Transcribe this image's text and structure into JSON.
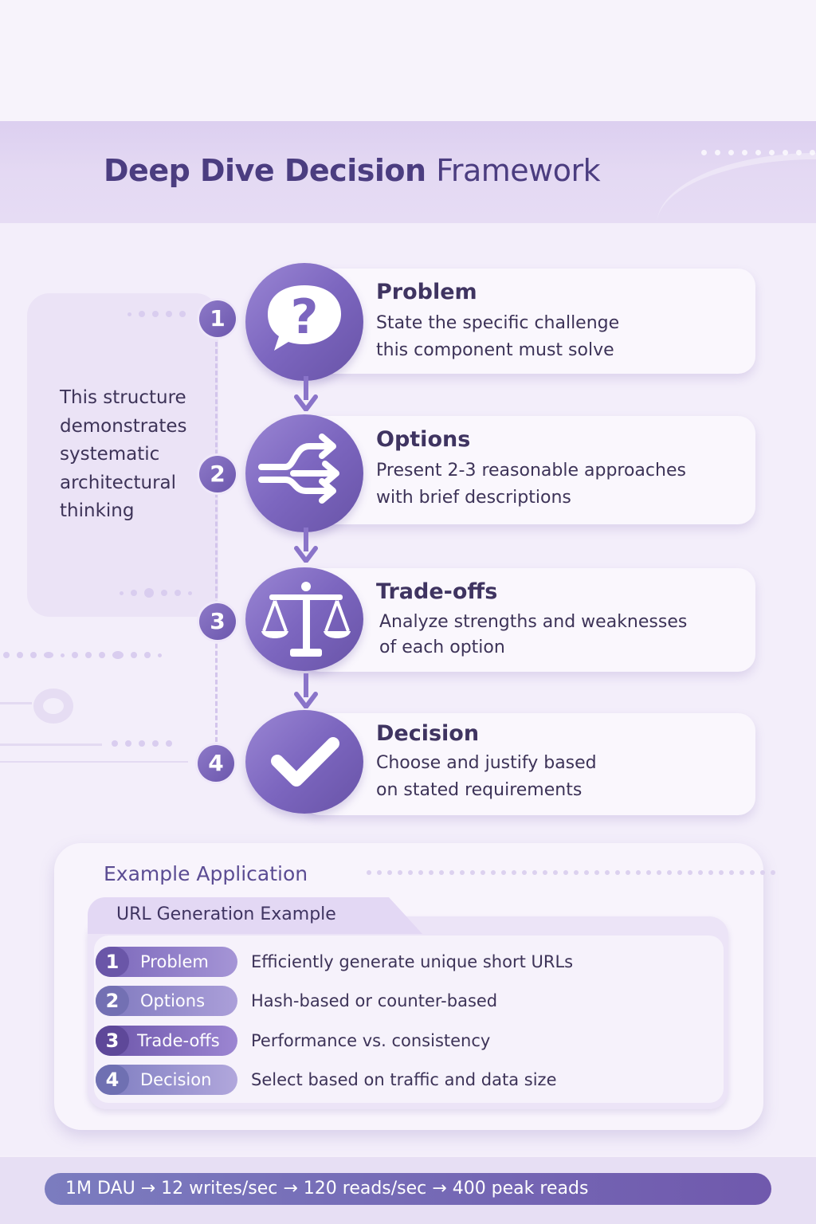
{
  "header": {
    "title_bold": "Deep Dive Decision",
    "title_light": "Framework"
  },
  "sidebar": {
    "note": "This structure demonstrates systematic architectural thinking"
  },
  "steps": [
    {
      "number": "1",
      "title": "Problem",
      "desc_line1": "State the specific challenge",
      "desc_line2": "this component must solve",
      "icon": "question-bubble-icon"
    },
    {
      "number": "2",
      "title": "Options",
      "desc_line1": "Present 2-3 reasonable approaches",
      "desc_line2": "with brief descriptions",
      "icon": "shuffle-arrows-icon"
    },
    {
      "number": "3",
      "title": "Trade-offs",
      "desc_line1": "Analyze strengths and weaknesses",
      "desc_line2": "of each option",
      "icon": "balance-scale-icon"
    },
    {
      "number": "4",
      "title": "Decision",
      "desc_line1": "Choose and justify based",
      "desc_line2": "on stated requirements",
      "icon": "checkmark-icon"
    }
  ],
  "example": {
    "section_title": "Example Application",
    "tab_label": "URL Generation Example",
    "rows": [
      {
        "number": "1",
        "label": "Problem",
        "text": "Efficiently generate unique short URLs"
      },
      {
        "number": "2",
        "label": "Options",
        "text": "Hash-based or counter-based"
      },
      {
        "number": "3",
        "label": "Trade-offs",
        "text": "Performance vs. consistency"
      },
      {
        "number": "4",
        "label": "Decision",
        "text": "Select based on traffic and data size"
      }
    ]
  },
  "footer": {
    "metrics": "1M DAU → 12 writes/sec → 120 reads/sec → 400 peak reads"
  },
  "colors": {
    "accent": "#7c66bf",
    "accent_dark": "#4b3d80",
    "background": "#f3eefa",
    "header_band": "#dccff0"
  }
}
